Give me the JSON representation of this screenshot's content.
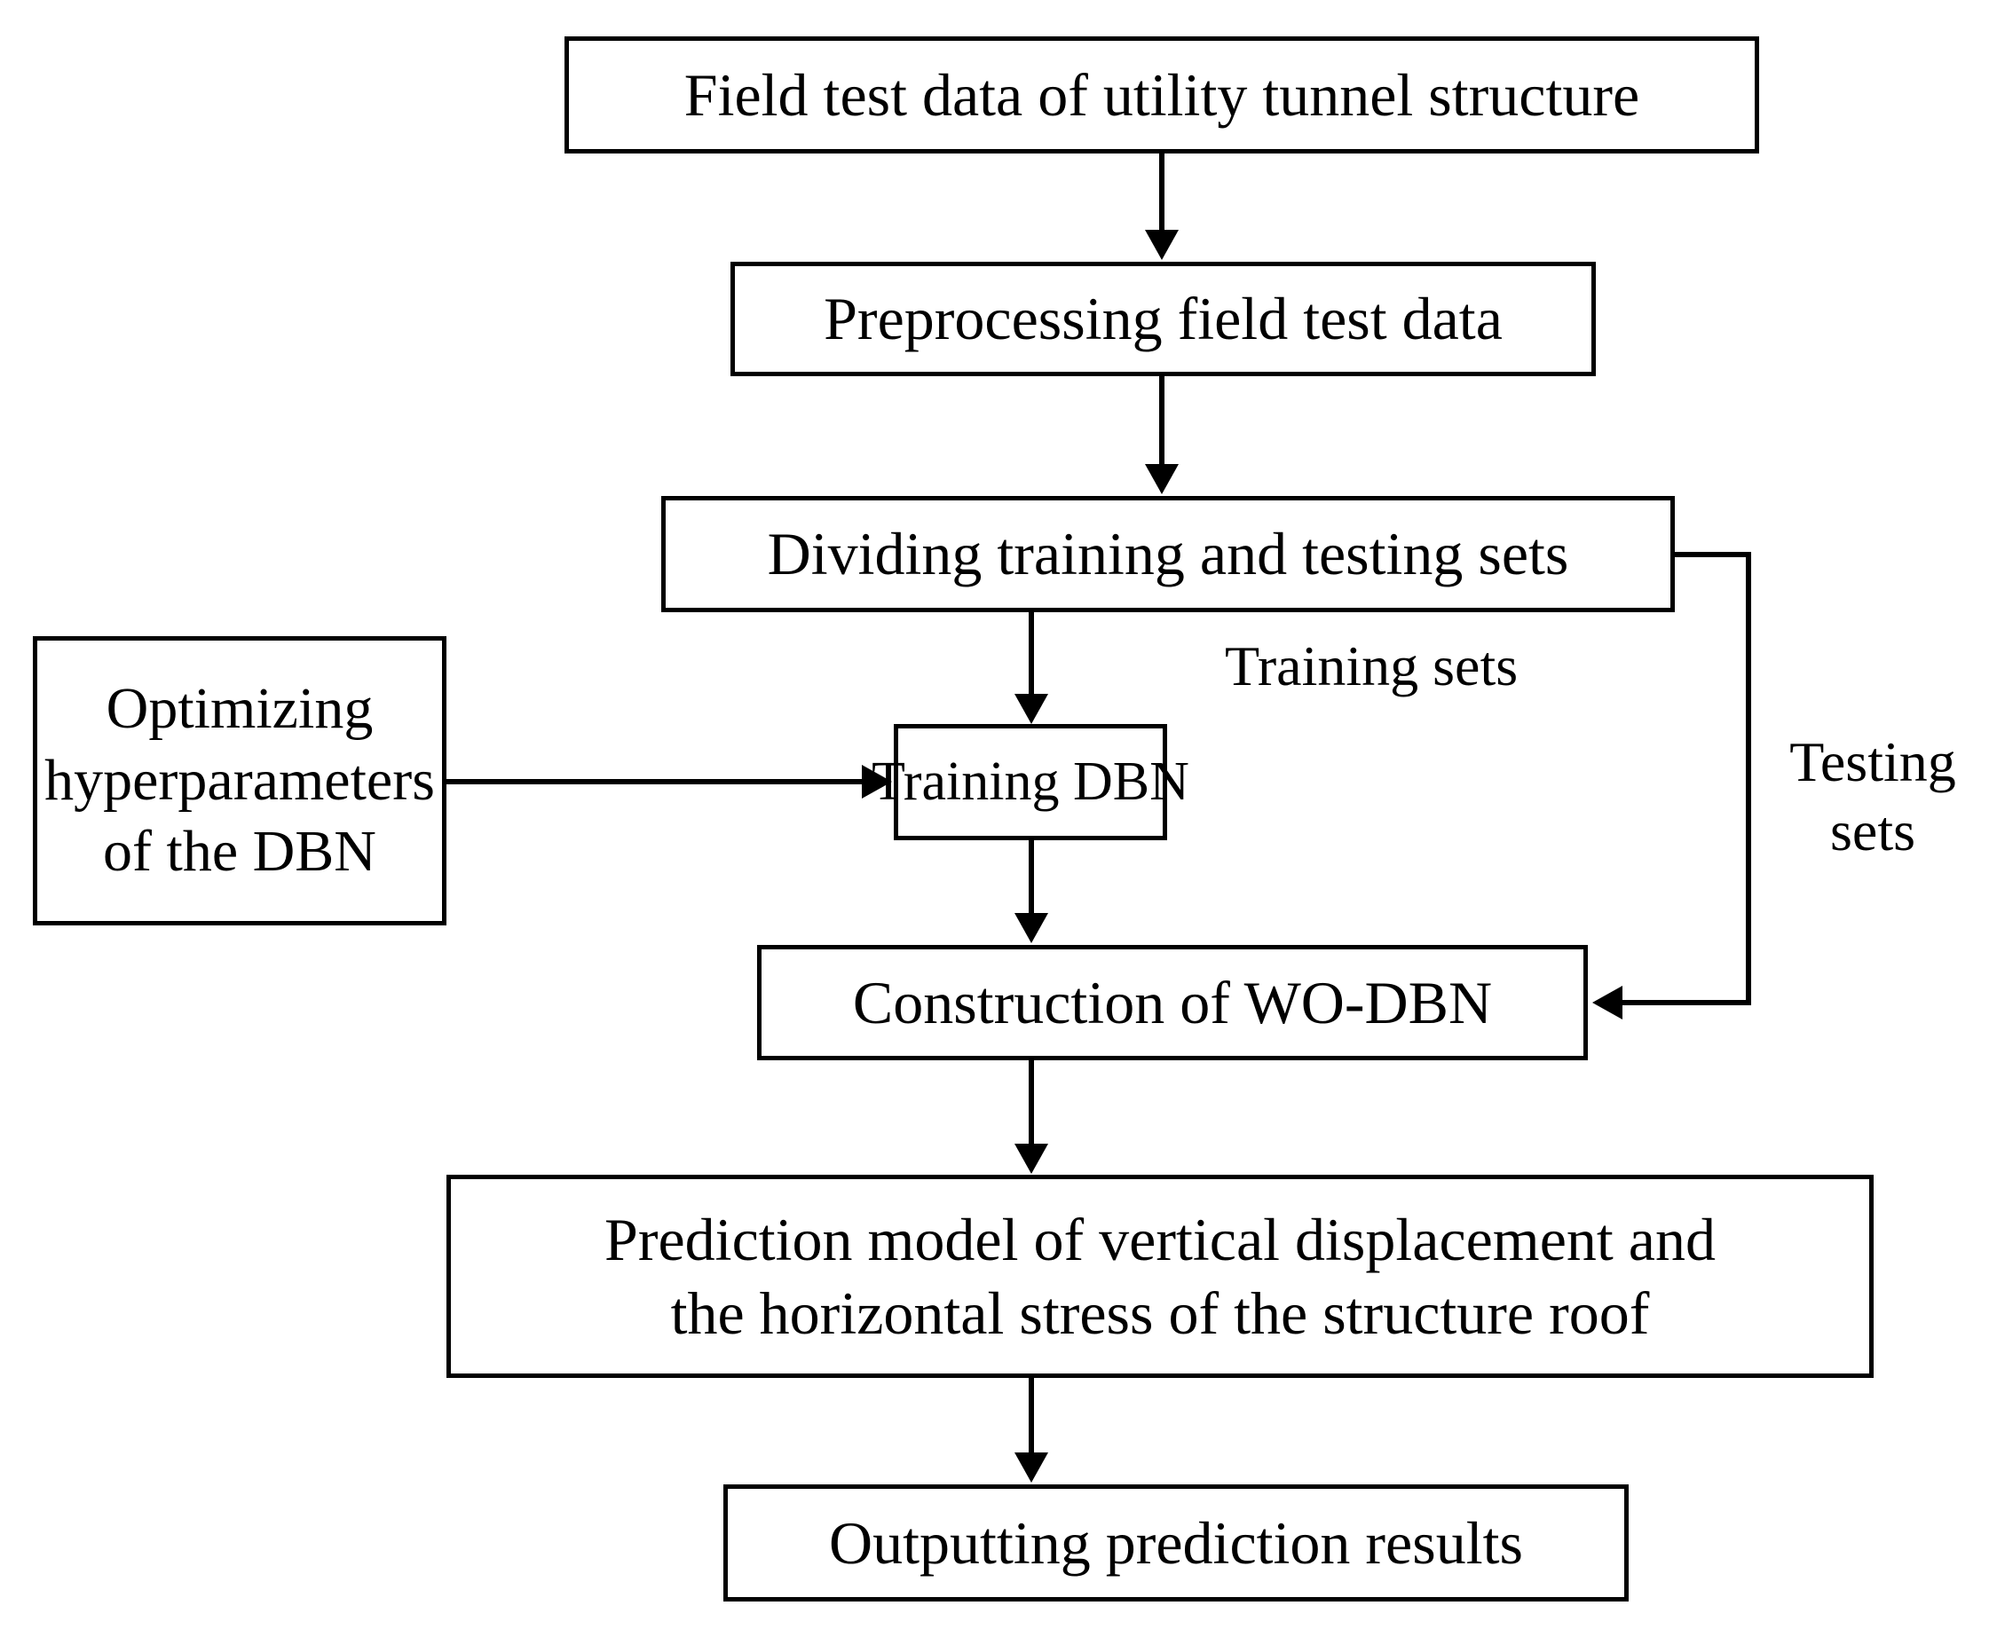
{
  "diagram": {
    "title": "WO-DBN prediction model workflow for utility tunnel structure",
    "type": "flowchart",
    "orientation": "top-to-bottom",
    "background_color": "#ffffff",
    "line_color": "#000000",
    "text_color": "#000000",
    "nodes": [
      {
        "id": "field_test_data",
        "label": "Field test data of utility tunnel structure",
        "shape": "rectangle"
      },
      {
        "id": "preprocessing",
        "label": "Preprocessing field test data",
        "shape": "rectangle"
      },
      {
        "id": "dividing_sets",
        "label": "Dividing training and testing sets",
        "shape": "rectangle"
      },
      {
        "id": "optimizing_hyperparameters",
        "label": "Optimizing\nhyperparameters\nof the DBN",
        "shape": "rectangle"
      },
      {
        "id": "training_dbn",
        "label": "Training DBN",
        "shape": "rectangle"
      },
      {
        "id": "construction_wodbn",
        "label": "Construction of WO-DBN",
        "shape": "rectangle"
      },
      {
        "id": "prediction_model",
        "label": "Prediction model of vertical displacement and\nthe horizontal stress of the structure roof",
        "shape": "rectangle"
      },
      {
        "id": "outputting_results",
        "label": "Outputting prediction results",
        "shape": "rectangle"
      }
    ],
    "edge_labels": {
      "training_sets": "Training sets",
      "testing_sets": "Testing\nsets"
    },
    "edges": [
      {
        "from": "field_test_data",
        "to": "preprocessing",
        "label": ""
      },
      {
        "from": "preprocessing",
        "to": "dividing_sets",
        "label": ""
      },
      {
        "from": "dividing_sets",
        "to": "training_dbn",
        "label": "Training sets"
      },
      {
        "from": "dividing_sets",
        "to": "construction_wodbn",
        "label": "Testing sets"
      },
      {
        "from": "optimizing_hyperparameters",
        "to": "training_dbn",
        "label": ""
      },
      {
        "from": "training_dbn",
        "to": "construction_wodbn",
        "label": ""
      },
      {
        "from": "construction_wodbn",
        "to": "prediction_model",
        "label": ""
      },
      {
        "from": "prediction_model",
        "to": "outputting_results",
        "label": ""
      }
    ]
  }
}
